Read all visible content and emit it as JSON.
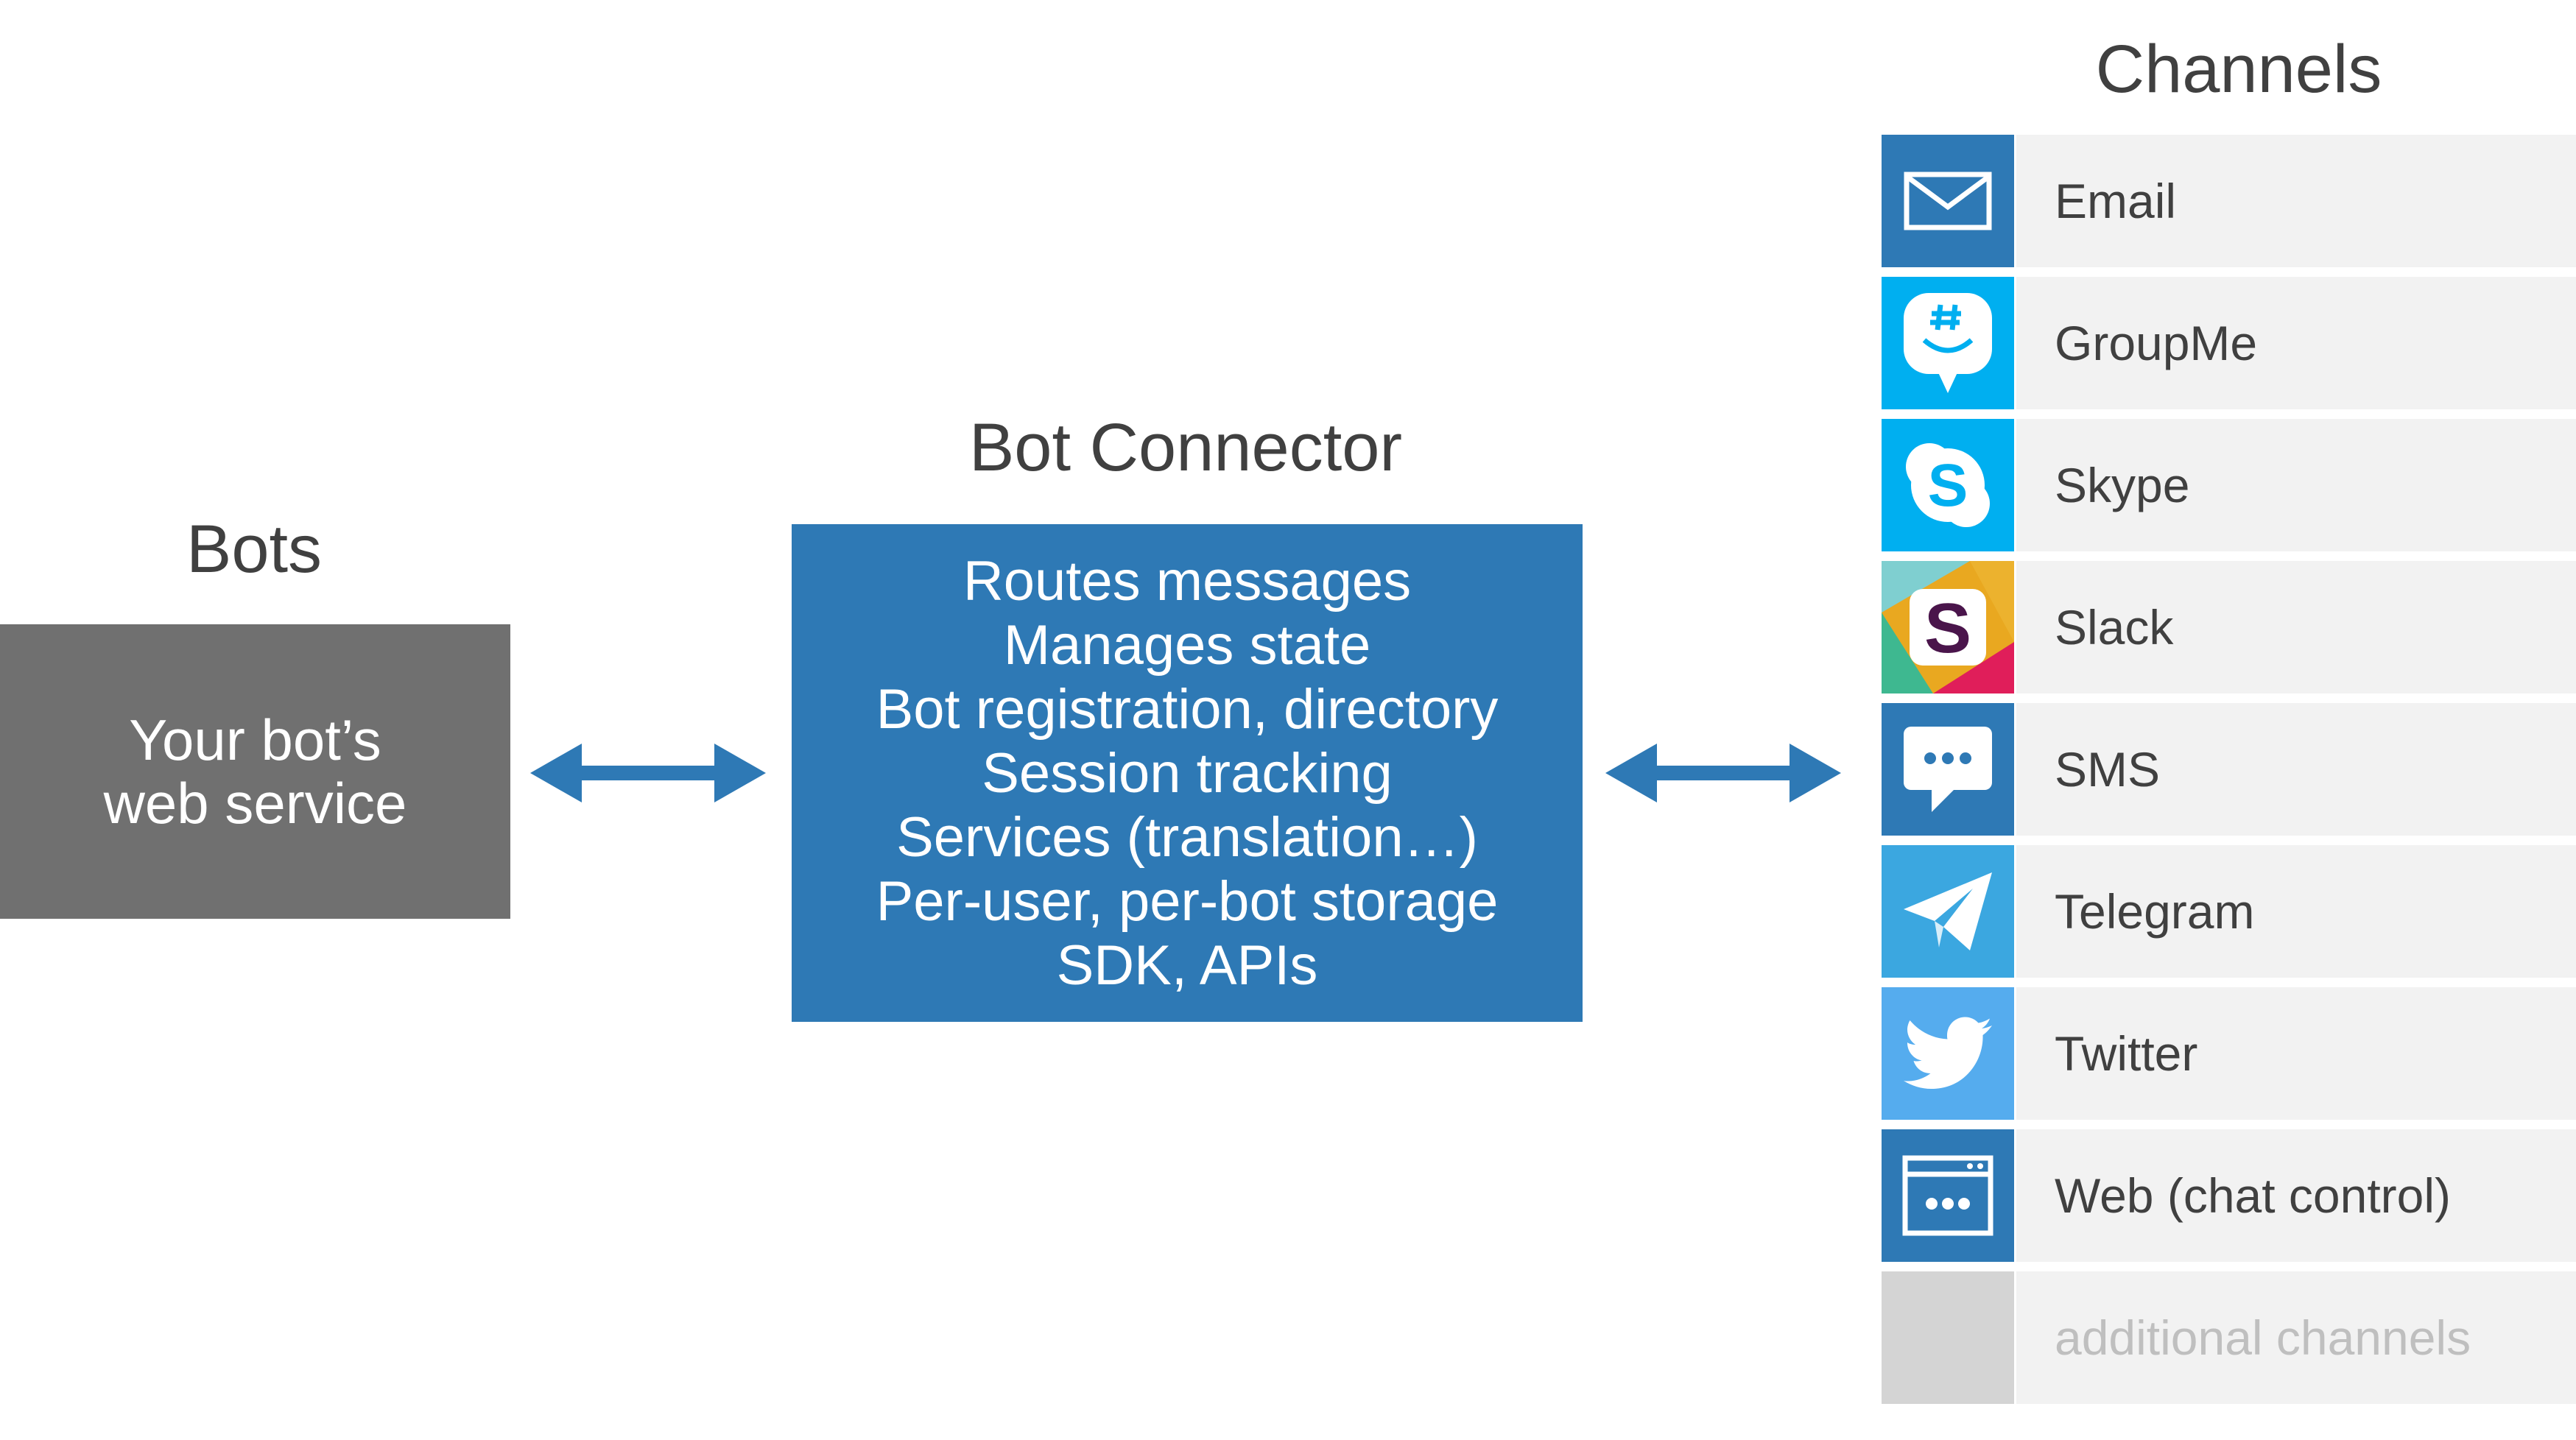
{
  "bots": {
    "title": "Bots",
    "box_lines": [
      "Your bot’s",
      "web service"
    ]
  },
  "connector": {
    "title": "Bot Connector",
    "features": [
      "Routes messages",
      "Manages state",
      "Bot registration, directory",
      "Session tracking",
      "Services (translation…)",
      "Per-user, per-bot storage",
      "SDK, APIs"
    ]
  },
  "channels": {
    "title": "Channels",
    "items": [
      {
        "label": "Email",
        "icon": "email-icon",
        "color": "#2e79b5"
      },
      {
        "label": "GroupMe",
        "icon": "groupme-icon",
        "color": "#00aff0"
      },
      {
        "label": "Skype",
        "icon": "skype-icon",
        "color": "#00aff0"
      },
      {
        "label": "Slack",
        "icon": "slack-icon",
        "color": "#4a154b"
      },
      {
        "label": "SMS",
        "icon": "sms-icon",
        "color": "#2e79b5"
      },
      {
        "label": "Telegram",
        "icon": "telegram-icon",
        "color": "#3ba7e0"
      },
      {
        "label": "Twitter",
        "icon": "twitter-icon",
        "color": "#55acee"
      },
      {
        "label": "Web (chat control)",
        "icon": "web-chat-icon",
        "color": "#2e79b5"
      },
      {
        "label": "additional channels",
        "icon": "placeholder",
        "color": "#d4d4d4"
      }
    ]
  },
  "colors": {
    "connector_blue": "#2e79b5",
    "bot_gray": "#707070",
    "arrow": "#2e79b5"
  }
}
